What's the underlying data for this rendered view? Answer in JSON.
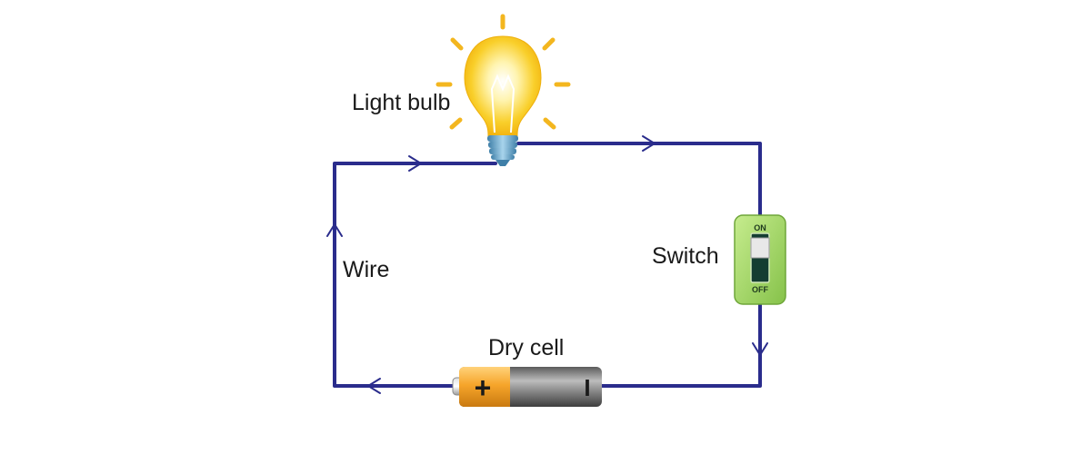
{
  "labels": {
    "light_bulb": "Light bulb",
    "wire": "Wire",
    "switch": "Switch",
    "dry_cell": "Dry cell"
  },
  "switch": {
    "on_text": "ON",
    "off_text": "OFF"
  },
  "battery": {
    "positive_symbol": "+",
    "negative_symbol": "I"
  },
  "colors": {
    "wire": "#2a2c8c",
    "bulb_glow": "#f7c21a",
    "bulb_rays": "#f3b61f",
    "bulb_base": "#5aa0c8",
    "switch_body": "#a8d86a",
    "battery_positive": "#f5a623",
    "battery_body": "#7a7a7a"
  },
  "icons": [
    "light-bulb-icon",
    "switch-icon",
    "battery-icon",
    "direction-arrow-icon"
  ]
}
